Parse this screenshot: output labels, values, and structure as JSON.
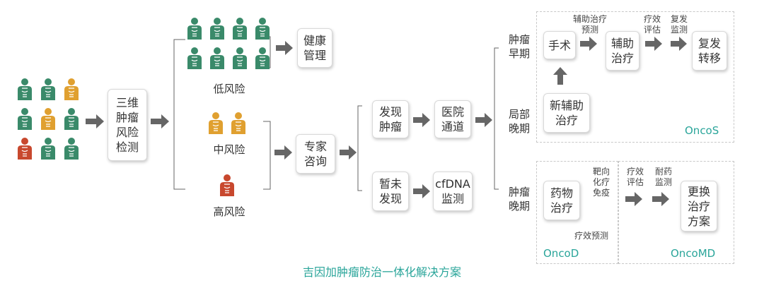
{
  "colors": {
    "green": "#3a8a6a",
    "orange": "#e0a030",
    "red": "#c8482e",
    "arrow": "#666666",
    "brand": "#2aa59a"
  },
  "population": {
    "grid": [
      [
        "green",
        "green",
        "orange"
      ],
      [
        "green",
        "orange",
        "green"
      ],
      [
        "red",
        "green",
        "green"
      ]
    ]
  },
  "screening": {
    "label": "三维\n肿瘤\n风险\n检测"
  },
  "risk_groups": {
    "low": {
      "label": "低风险",
      "icon_color": "green"
    },
    "mid": {
      "label": "中风险",
      "icon_color": "orange"
    },
    "high": {
      "label": "高风险",
      "icon_color": "red"
    }
  },
  "health_management": {
    "label": "健康\n管理"
  },
  "expert_consult": {
    "label": "专家\n咨询"
  },
  "found_tumor": {
    "label": "发现\n肿瘤"
  },
  "hospital_channel": {
    "label": "医院\n通道"
  },
  "not_found": {
    "label": "暂未\n发现"
  },
  "cfdna_monitor": {
    "label": "cfDNA\n监测"
  },
  "stages": {
    "early": "肿瘤\n早期",
    "local_late": "局部\n晚期",
    "late": "肿瘤\n晚期"
  },
  "oncos": {
    "surgery": "手术",
    "neoadjuvant": "新辅助\n治疗",
    "adjuvant": "辅助\n治疗",
    "recurrence": "复发\n转移",
    "adjuvant_prediction": "辅助治疗\n预测",
    "efficacy_eval": "疗效\n评估",
    "recurrence_monitor": "复发\n监测",
    "brand": "OncoS"
  },
  "oncod": {
    "drug_therapy": "药物\n治疗",
    "therapy_types": "靶向\n化疗\n免疫",
    "efficacy_prediction": "疗效预测",
    "brand": "OncoD"
  },
  "oncomd": {
    "efficacy_eval": "疗效\n评估",
    "resistance_monitor": "耐药\n监测",
    "change_therapy": "更换\n治疗\n方案",
    "brand": "OncoMD"
  },
  "title": "吉因加肿瘤防治一体化解决方案"
}
